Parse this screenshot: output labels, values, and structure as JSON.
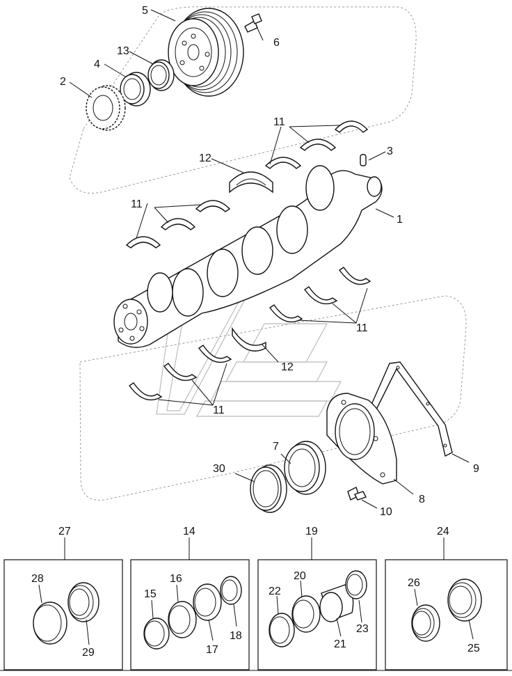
{
  "callouts": {
    "c1": "1",
    "c2": "2",
    "c3": "3",
    "c4": "4",
    "c5": "5",
    "c6": "6",
    "c7": "7",
    "c8": "8",
    "c9": "9",
    "c10": "10",
    "c11a": "11",
    "c11b": "11",
    "c11c": "11",
    "c11d": "11",
    "c12a": "12",
    "c12b": "12",
    "c13": "13",
    "c30": "30"
  },
  "kits": [
    {
      "number": "27",
      "parts": [
        "28",
        "29"
      ]
    },
    {
      "number": "14",
      "parts": [
        "15",
        "16",
        "17",
        "18"
      ]
    },
    {
      "number": "19",
      "parts": [
        "20",
        "21",
        "22",
        "23"
      ]
    },
    {
      "number": "24",
      "parts": [
        "25",
        "26"
      ]
    }
  ]
}
